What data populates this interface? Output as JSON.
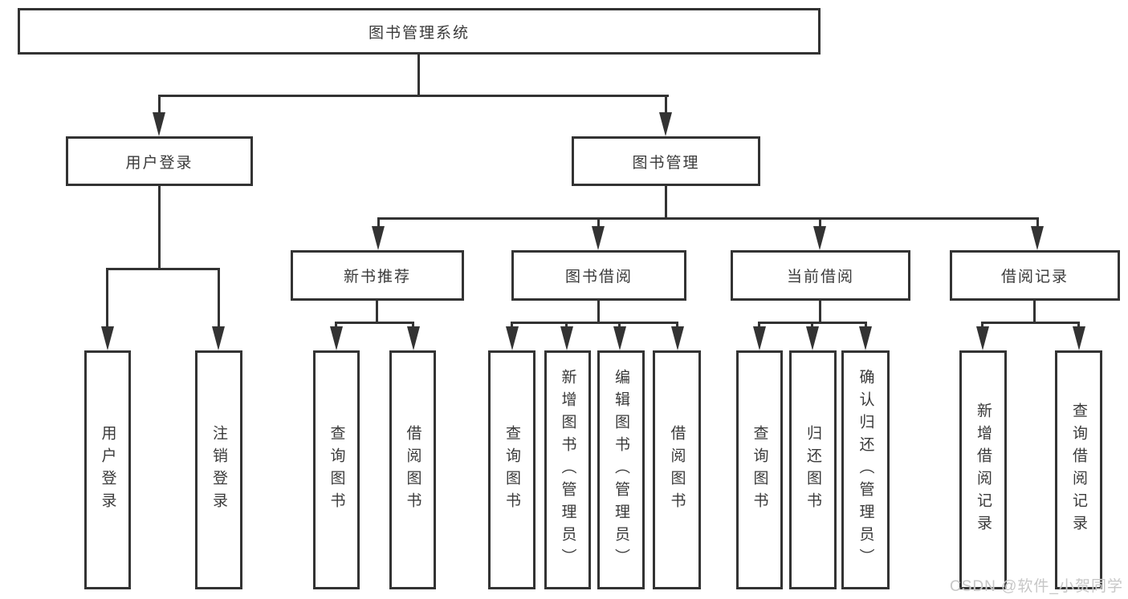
{
  "org": {
    "root": "图书管理系统",
    "branches": [
      {
        "label": "用户登录",
        "children": [
          "用户登录",
          "注销登录"
        ]
      },
      {
        "label": "图书管理",
        "groups": [
          {
            "label": "新书推荐",
            "children": [
              "查询图书",
              "借阅图书"
            ]
          },
          {
            "label": "图书借阅",
            "children": [
              "查询图书",
              "新增图书（管理员）",
              "编辑图书（管理员）",
              "借阅图书"
            ]
          },
          {
            "label": "当前借阅",
            "children": [
              "查询图书",
              "归还图书",
              "确认归还（管理员）"
            ]
          },
          {
            "label": "借阅记录",
            "children": [
              "新增借阅记录",
              "查询借阅记录"
            ]
          }
        ]
      }
    ]
  },
  "watermark": "CSDN @软件_小贺同学",
  "colors": {
    "line": "#333333",
    "text": "#3a3a3a",
    "background": "#ffffff",
    "watermark": "#c7c7c7"
  }
}
